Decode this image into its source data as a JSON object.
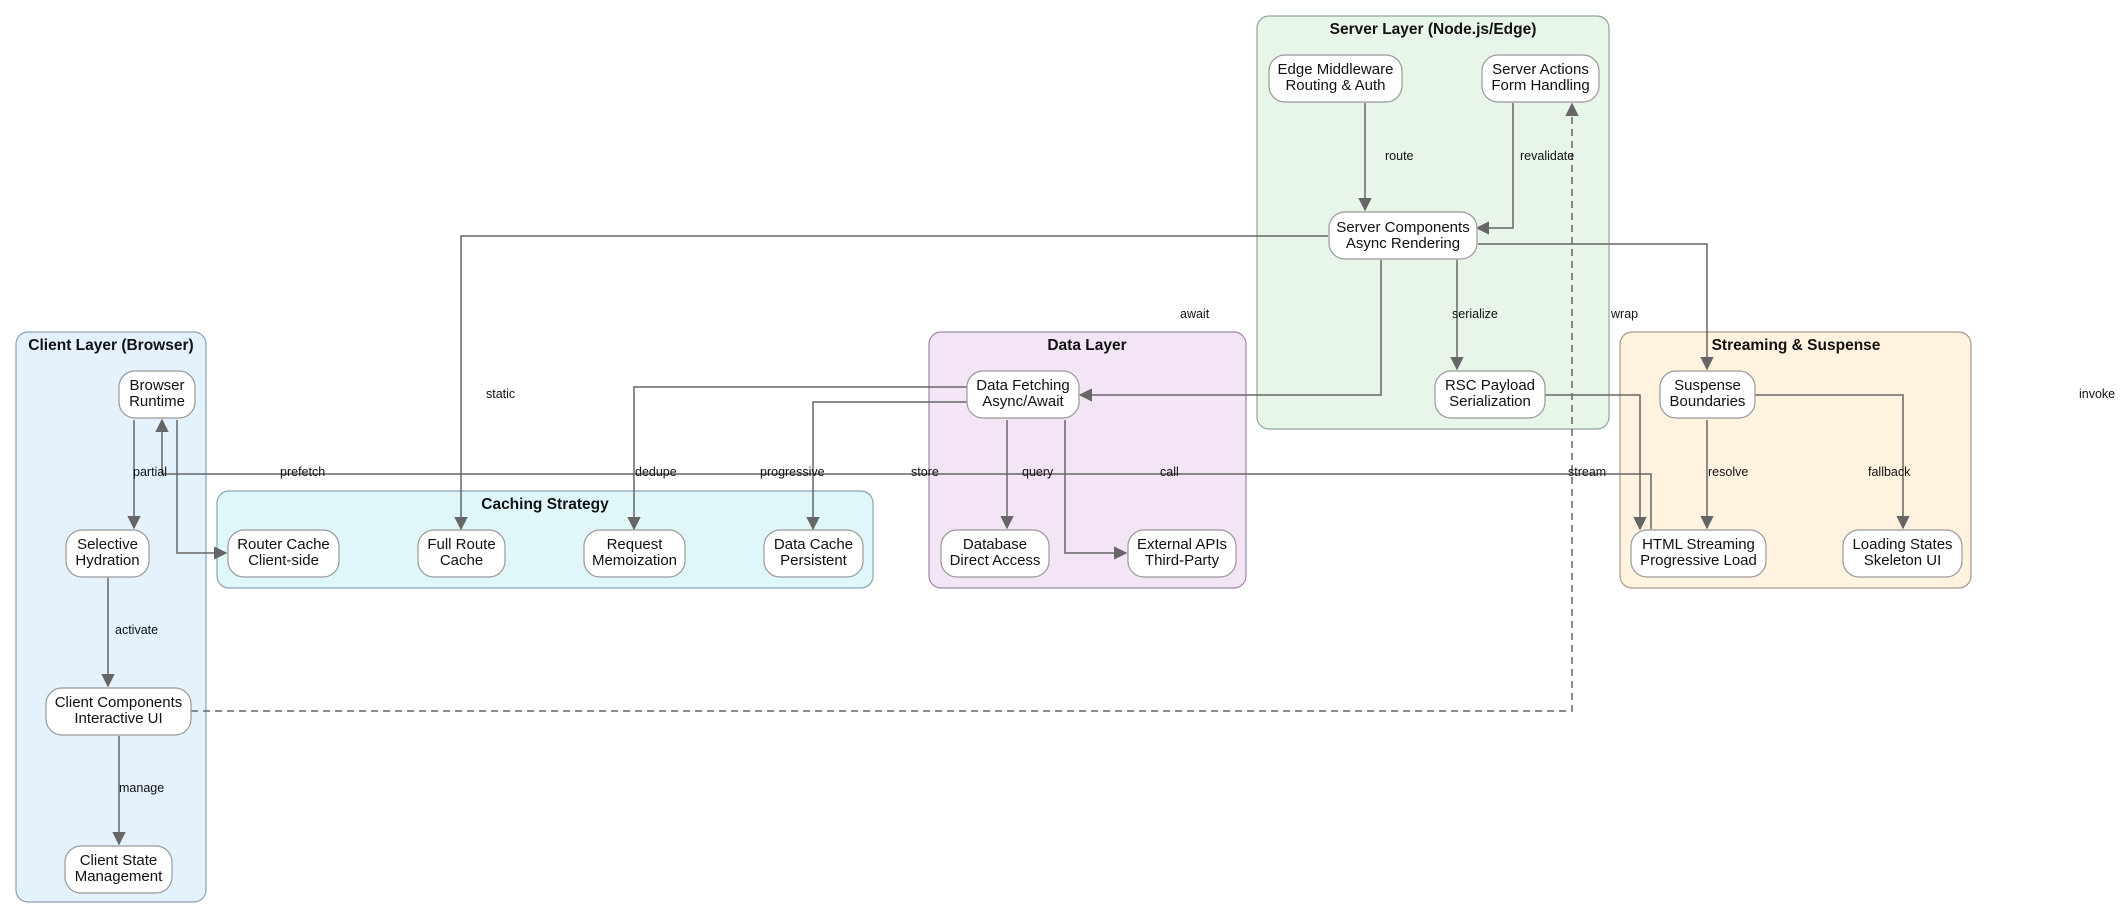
{
  "clusters": {
    "client": {
      "title": "Client Layer (Browser)",
      "fill": "#e3f2fd",
      "stroke": "#8aa3b8"
    },
    "caching": {
      "title": "Caching Strategy",
      "fill": "#e0f7fa",
      "stroke": "#8aa3b8"
    },
    "data": {
      "title": "Data Layer",
      "fill": "#f3e5f5",
      "stroke": "#9a8aa8"
    },
    "server": {
      "title": "Server Layer (Node.js/Edge)",
      "fill": "#e8f5e9",
      "stroke": "#8aa89a"
    },
    "streaming": {
      "title": "Streaming & Suspense",
      "fill": "#fff3e0",
      "stroke": "#a89a8a"
    }
  },
  "nodes": {
    "browser_runtime": [
      "Browser",
      "Runtime"
    ],
    "selective_hydration": [
      "Selective",
      "Hydration"
    ],
    "client_components": [
      "Client Components",
      "Interactive UI"
    ],
    "client_state": [
      "Client State",
      "Management"
    ],
    "router_cache": [
      "Router Cache",
      "Client-side"
    ],
    "full_route_cache": [
      "Full Route",
      "Cache"
    ],
    "request_memo": [
      "Request",
      "Memoization"
    ],
    "data_cache": [
      "Data Cache",
      "Persistent"
    ],
    "data_fetching": [
      "Data Fetching",
      "Async/Await"
    ],
    "database": [
      "Database",
      "Direct Access"
    ],
    "external_apis": [
      "External APIs",
      "Third-Party"
    ],
    "edge_middleware": [
      "Edge Middleware",
      "Routing & Auth"
    ],
    "server_actions": [
      "Server Actions",
      "Form Handling"
    ],
    "server_components": [
      "Server Components",
      "Async Rendering"
    ],
    "rsc_payload": [
      "RSC Payload",
      "Serialization"
    ],
    "suspense": [
      "Suspense",
      "Boundaries"
    ],
    "html_streaming": [
      "HTML Streaming",
      "Progressive Load"
    ],
    "loading_states": [
      "Loading States",
      "Skeleton UI"
    ]
  },
  "edge_labels": {
    "route": "route",
    "revalidate": "revalidate",
    "await": "await",
    "serialize": "serialize",
    "wrap": "wrap",
    "static": "static",
    "invoke": "invoke",
    "partial": "partial",
    "prefetch": "prefetch",
    "dedupe": "dedupe",
    "progressive": "progressive",
    "store": "store",
    "query": "query",
    "call": "call",
    "stream": "stream",
    "resolve": "resolve",
    "fallback": "fallback",
    "activate": "activate",
    "manage": "manage"
  },
  "colors": {
    "edge": "#666666",
    "node_fill": "#ffffff",
    "node_stroke": "#999999"
  }
}
